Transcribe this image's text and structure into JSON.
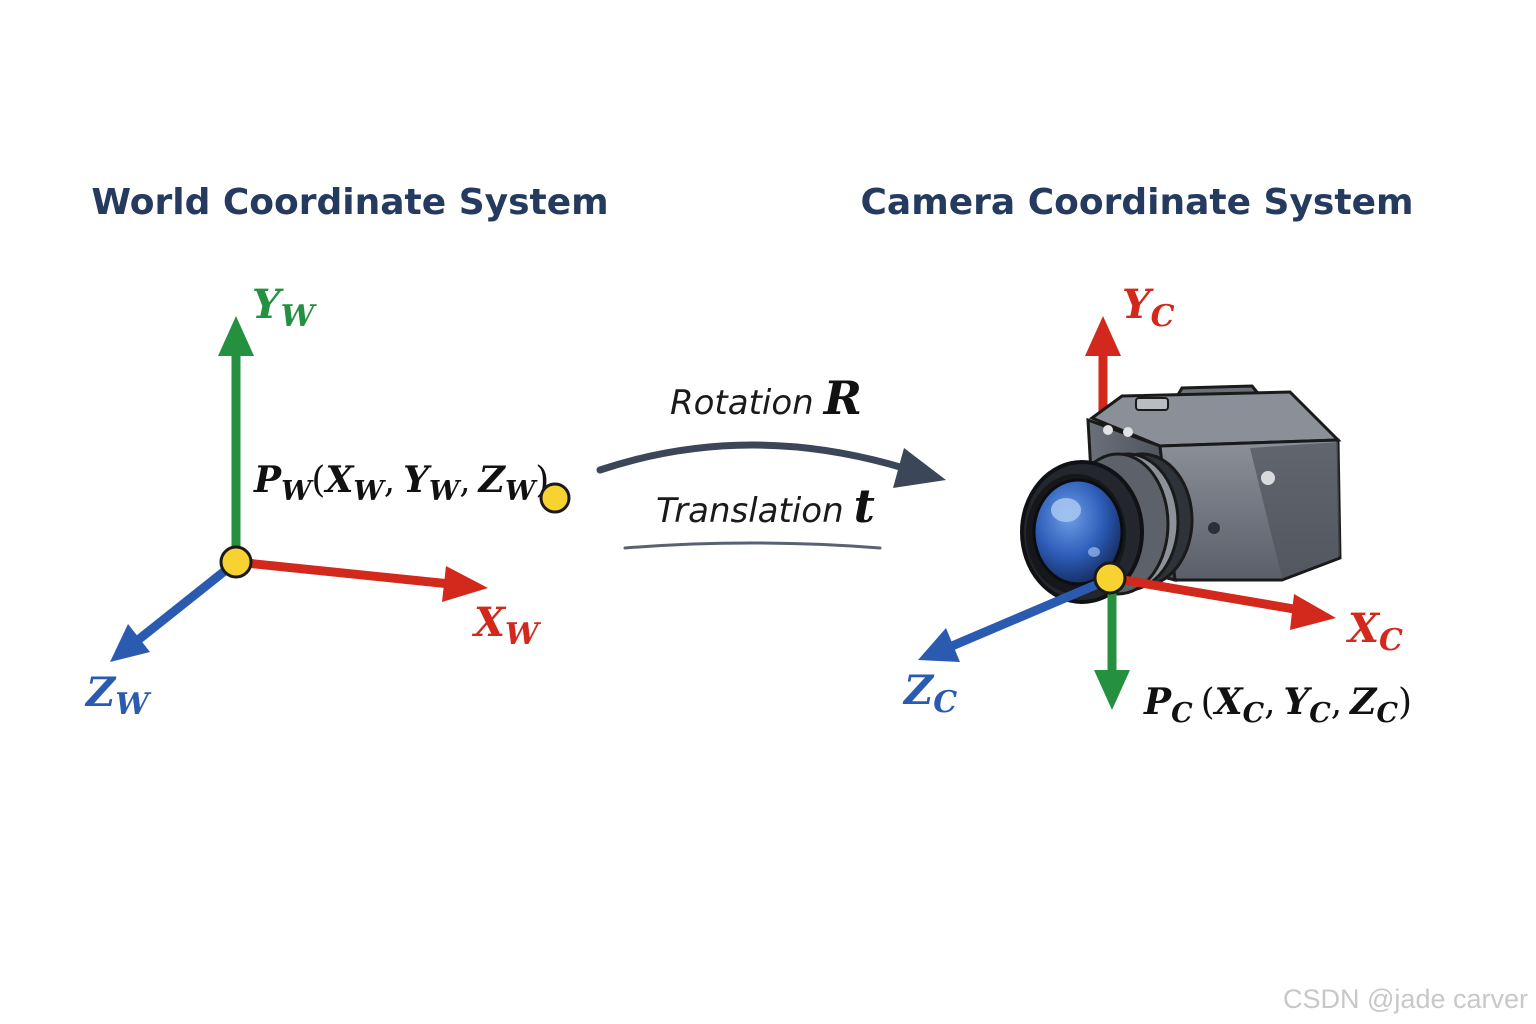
{
  "colors": {
    "title": "#243a5e",
    "axis_x": "#d2291c",
    "axis_y_world": "#25903f",
    "axis_z": "#2a5bb0",
    "axis_y_camera": "#d2291c",
    "axis_down_camera": "#25903f",
    "point_fill": "#f7d230",
    "arrow": "#3b4658"
  },
  "world": {
    "title": "World Coordinate System",
    "axes": {
      "y": {
        "base": "Y",
        "sub": "W"
      },
      "x": {
        "base": "X",
        "sub": "W"
      },
      "z": {
        "base": "Z",
        "sub": "W"
      }
    },
    "point": {
      "name": "P",
      "sub": "W",
      "open": "(",
      "x": "X",
      "y": "Y",
      "z": "Z",
      "coord_sub": "W",
      "sep": ",",
      "close": ")"
    }
  },
  "camera": {
    "title": "Camera Coordinate System",
    "axes": {
      "y": {
        "base": "Y",
        "sub": "C"
      },
      "x": {
        "base": "X",
        "sub": "C"
      },
      "z": {
        "base": "Z",
        "sub": "C"
      }
    },
    "point": {
      "name": "P",
      "sub": "C",
      "open": "(",
      "x": "X",
      "y": "Y",
      "z": "Z",
      "coord_sub": "C",
      "sep": ",",
      "close": ")"
    },
    "icon": "camera-icon"
  },
  "transform": {
    "rotation_label": "Rotation",
    "rotation_symbol": "R",
    "translation_label": "Translation",
    "translation_symbol": "t"
  },
  "watermark": "CSDN @jade carver"
}
